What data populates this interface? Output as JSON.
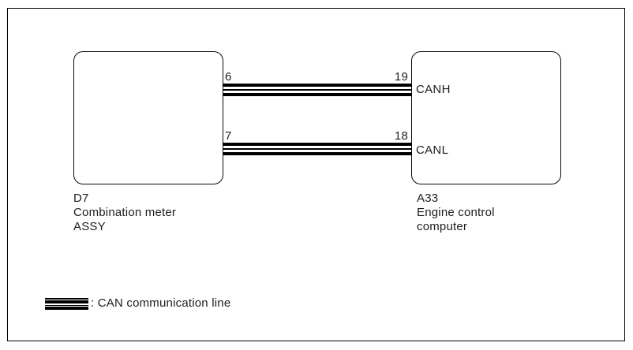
{
  "diagram": {
    "components": {
      "left": {
        "code": "D7",
        "name_lines": [
          "Combination meter",
          "ASSY"
        ]
      },
      "right": {
        "code": "A33",
        "name_lines": [
          "Engine control",
          "computer"
        ]
      }
    },
    "connections": [
      {
        "from_pin": "6",
        "to_pin": "19",
        "signal": "CANH"
      },
      {
        "from_pin": "7",
        "to_pin": "18",
        "signal": "CANL"
      }
    ],
    "legend": {
      "symbol": "can-line-icon",
      "label": ": CAN communication line"
    },
    "colors": {
      "line": "#000000",
      "text": "#1d1d1d",
      "background": "#ffffff"
    }
  }
}
